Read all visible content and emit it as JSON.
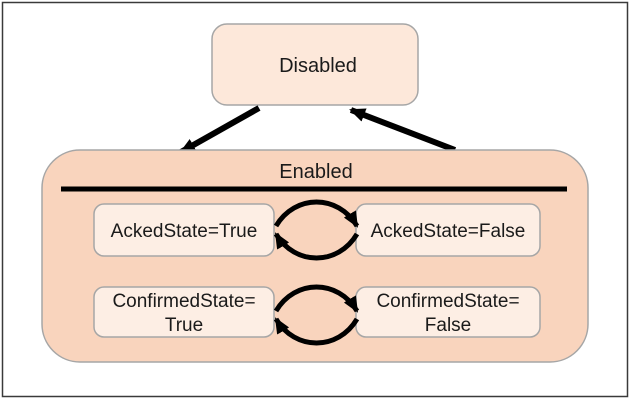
{
  "diagram": {
    "superstate_top": {
      "label": "Disabled"
    },
    "superstate_main": {
      "label": "Enabled"
    },
    "acked_true": {
      "lines": [
        "AckedState=True"
      ]
    },
    "acked_false": {
      "lines": [
        "AckedState=False"
      ]
    },
    "confirmed_true": {
      "lines": [
        "ConfirmedState=",
        "True"
      ]
    },
    "confirmed_false": {
      "lines": [
        "ConfirmedState=",
        "False"
      ]
    },
    "colors": {
      "outer_border": "#3a3a3a",
      "disabled_fill": "#fde8da",
      "enabled_fill": "#f9d4bd",
      "substate_fill": "#fdeee4",
      "node_stroke": "#a6a6a6",
      "arrow": "#000000"
    }
  }
}
